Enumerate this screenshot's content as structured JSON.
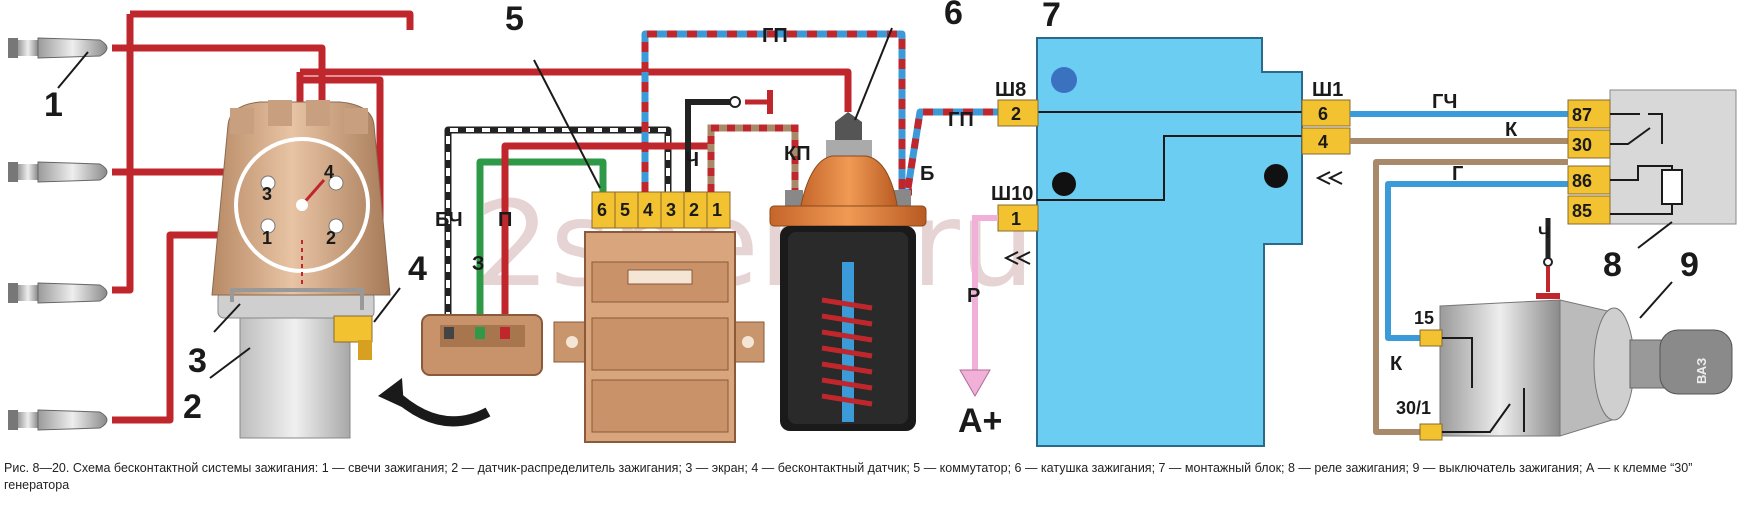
{
  "callouts": [
    "1",
    "2",
    "3",
    "4",
    "5",
    "6",
    "7",
    "8",
    "9"
  ],
  "distributor_terminals": [
    "1",
    "2",
    "3",
    "4"
  ],
  "commutator_pins": [
    "6",
    "5",
    "4",
    "3",
    "2",
    "1"
  ],
  "wire_labels": {
    "gp_top": "ГП",
    "gp_right": "ГП",
    "ch": "Ч",
    "kp": "КП",
    "b": "Б",
    "bch": "БЧ",
    "three": "З",
    "p": "П",
    "gch": "ГЧ",
    "k_mid": "К",
    "g": "Г",
    "k_low": "К",
    "ch_relay": "Ч",
    "r": "Р"
  },
  "block_connectors": {
    "sh8": "Ш8",
    "sh10": "Ш10",
    "sh1": "Ш1"
  },
  "block_pins": {
    "p2": "2",
    "p1": "1",
    "p6": "6",
    "p4": "4"
  },
  "relay_pins": [
    "87",
    "30",
    "86",
    "85"
  ],
  "switch_pins": {
    "p15": "15",
    "p30_1": "30/1"
  },
  "key_brand": "ВАЗ",
  "a_plus": "A+",
  "watermark": "2shem.ru",
  "caption": "Рис. 8—20. Схема бесконтактной системы зажигания: 1 — свечи зажигания; 2 — датчик-распределитель зажигания; 3 — экран; 4 — бесконтактный датчик; 5 — коммутатор; 6 — катушка зажигания; 7 — монтажный блок; 8 — реле зажигания; 9 — выключатель зажигания; А — к клемме “30” генератора",
  "colors": {
    "red_wire": "#c0272d",
    "blue_wire": "#3a9bd8",
    "green_wire": "#2e9a48",
    "brown_wire": "#a88a6a",
    "orange_body": "#d9a57a",
    "yellow_pin": "#f2c230",
    "block_blue": "#6ccdf2",
    "relay_gray": "#d8d8d8"
  }
}
